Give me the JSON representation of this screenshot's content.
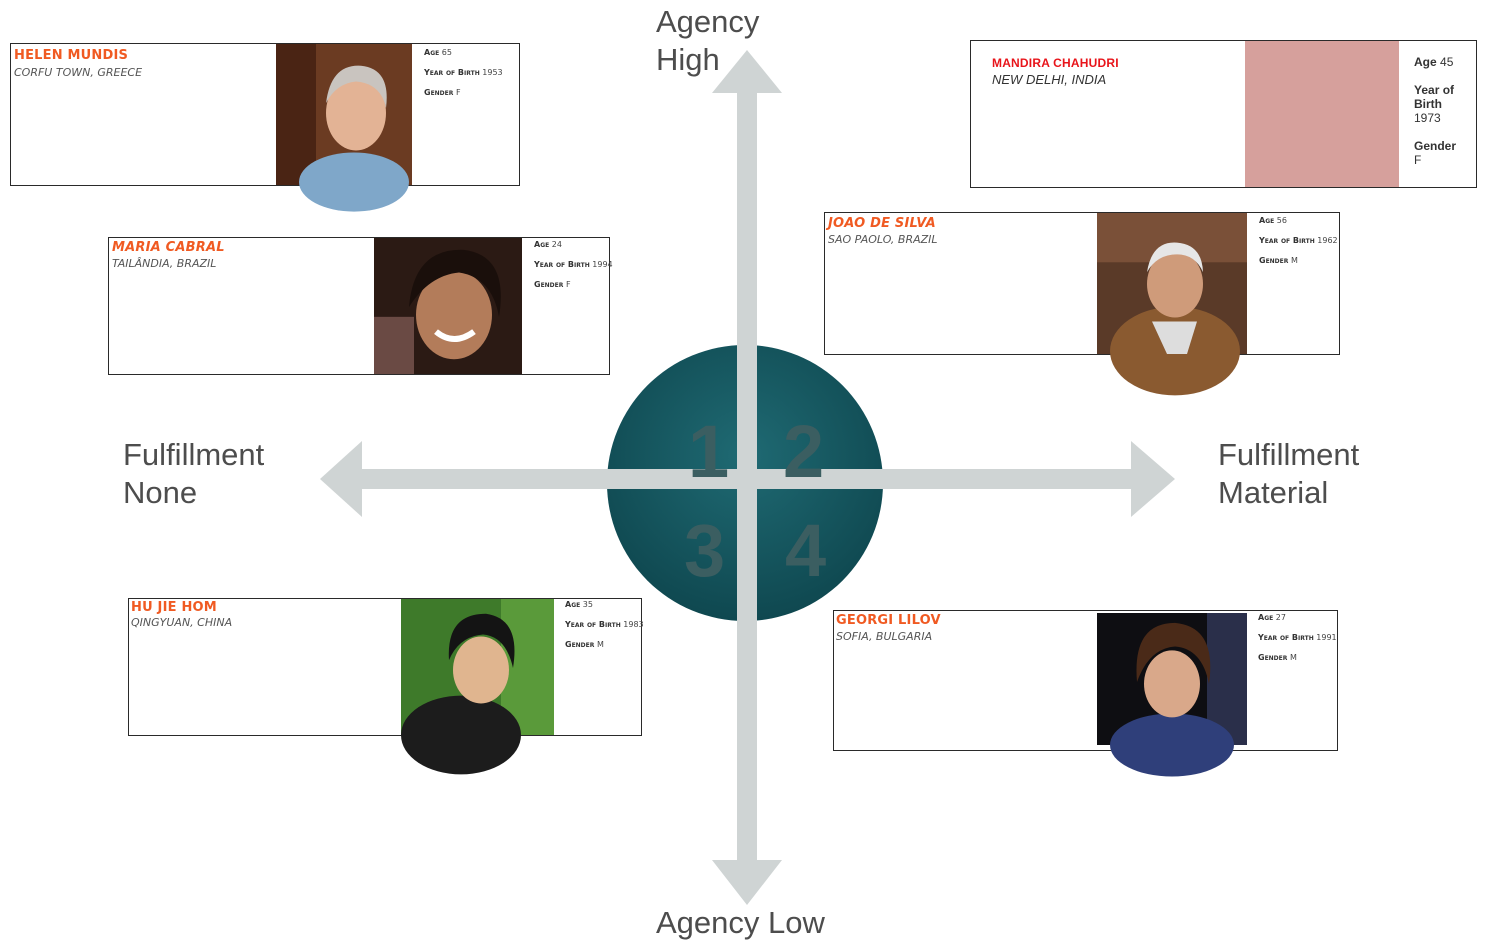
{
  "axes": {
    "top": {
      "line1": "Agency",
      "line2": "High"
    },
    "bottom": {
      "line1": "Agency Low"
    },
    "left": {
      "line1": "Fulfillment",
      "line2": "None"
    },
    "right": {
      "line1": "Fulfillment",
      "line2": "Material"
    }
  },
  "quadrants": [
    "1",
    "2",
    "3",
    "4"
  ],
  "colors": {
    "circle": "#1a5d66",
    "axis": "#cfd4d4",
    "name": "#f05a22",
    "name_alt": "#e8141a",
    "numbers": "#3b5e61"
  },
  "cards": {
    "helen": {
      "name": "HELEN MUNDIS",
      "location": "CORFU TOWN, GREECE",
      "age_label": "Age",
      "age": "65",
      "yob_label": "Year of Birth",
      "yob": "1953",
      "gender_label": "Gender",
      "gender": "F"
    },
    "maria": {
      "name": "MARIA CABRAL",
      "location": "TAILÂNDIA, BRAZIL",
      "age_label": "Age",
      "age": "24",
      "yob_label": "Year of Birth",
      "yob": "1994",
      "gender_label": "Gender",
      "gender": "F"
    },
    "mandira": {
      "name": "MANDIRA CHAHUDRI",
      "location": "NEW DELHI, INDIA",
      "age_label": "Age",
      "age": "45",
      "yob_label": "Year of Birth",
      "yob": "1973",
      "gender_label": "Gender",
      "gender": "F"
    },
    "joao": {
      "name": "JOAO DE SILVA",
      "location": "SAO PAOLO, BRAZIL",
      "age_label": "Age",
      "age": "56",
      "yob_label": "Year of Birth",
      "yob": "1962",
      "gender_label": "Gender",
      "gender": "M"
    },
    "hu": {
      "name": "HU JIE HOM",
      "location": "QINGYUAN, CHINA",
      "age_label": "Age",
      "age": "35",
      "yob_label": "Year of Birth",
      "yob": "1983",
      "gender_label": "Gender",
      "gender": "M"
    },
    "georgi": {
      "name": "GEORGI LILOV",
      "location": "SOFIA, BULGARIA",
      "age_label": "Age",
      "age": "27",
      "yob_label": "Year of Birth",
      "yob": "1991",
      "gender_label": "Gender",
      "gender": "M"
    }
  }
}
